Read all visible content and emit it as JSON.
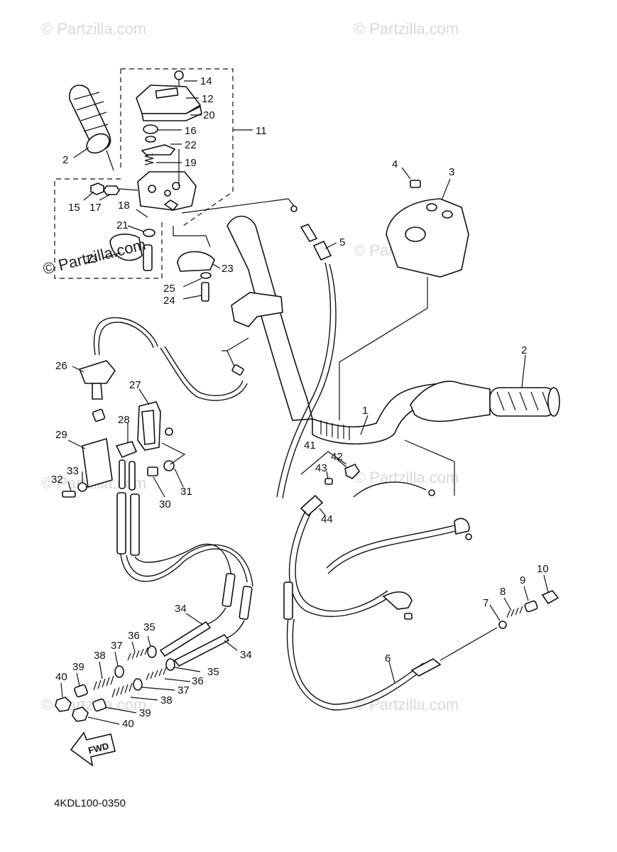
{
  "diagram": {
    "code": "4KDL100-0350",
    "fwd_label": "FWD",
    "watermark_primary": "© Partzilla.com",
    "watermark_faint": "© Partzilla.com",
    "callouts": [
      {
        "id": "c14",
        "text": "14"
      },
      {
        "id": "c12",
        "text": "12"
      },
      {
        "id": "c20",
        "text": "20"
      },
      {
        "id": "c16",
        "text": "16"
      },
      {
        "id": "c11",
        "text": "11"
      },
      {
        "id": "c22",
        "text": "22"
      },
      {
        "id": "c2a",
        "text": "2"
      },
      {
        "id": "c19",
        "text": "19"
      },
      {
        "id": "c15",
        "text": "15"
      },
      {
        "id": "c17",
        "text": "17"
      },
      {
        "id": "c18",
        "text": "18"
      },
      {
        "id": "c21",
        "text": "21"
      },
      {
        "id": "c13",
        "text": "13"
      },
      {
        "id": "c23",
        "text": "23"
      },
      {
        "id": "c25",
        "text": "25"
      },
      {
        "id": "c24",
        "text": "24"
      },
      {
        "id": "c4",
        "text": "4"
      },
      {
        "id": "c3",
        "text": "3"
      },
      {
        "id": "c5",
        "text": "5"
      },
      {
        "id": "c2b",
        "text": "2"
      },
      {
        "id": "c1",
        "text": "1"
      },
      {
        "id": "c26",
        "text": "26"
      },
      {
        "id": "c27",
        "text": "27"
      },
      {
        "id": "c28",
        "text": "28"
      },
      {
        "id": "c29",
        "text": "29"
      },
      {
        "id": "c33",
        "text": "33"
      },
      {
        "id": "c32",
        "text": "32"
      },
      {
        "id": "c30",
        "text": "30"
      },
      {
        "id": "c31",
        "text": "31"
      },
      {
        "id": "c41",
        "text": "41"
      },
      {
        "id": "c42",
        "text": "42"
      },
      {
        "id": "c43",
        "text": "43"
      },
      {
        "id": "c44",
        "text": "44"
      },
      {
        "id": "c10",
        "text": "10"
      },
      {
        "id": "c9",
        "text": "9"
      },
      {
        "id": "c8",
        "text": "8"
      },
      {
        "id": "c7",
        "text": "7"
      },
      {
        "id": "c6",
        "text": "6"
      },
      {
        "id": "c34a",
        "text": "34"
      },
      {
        "id": "c35a",
        "text": "35"
      },
      {
        "id": "c36a",
        "text": "36"
      },
      {
        "id": "c37a",
        "text": "37"
      },
      {
        "id": "c38a",
        "text": "38"
      },
      {
        "id": "c39a",
        "text": "39"
      },
      {
        "id": "c40a",
        "text": "40"
      },
      {
        "id": "c34b",
        "text": "34"
      },
      {
        "id": "c35b",
        "text": "35"
      },
      {
        "id": "c36b",
        "text": "36"
      },
      {
        "id": "c37b",
        "text": "37"
      },
      {
        "id": "c38b",
        "text": "38"
      },
      {
        "id": "c39b",
        "text": "39"
      },
      {
        "id": "c40b",
        "text": "40"
      }
    ]
  }
}
